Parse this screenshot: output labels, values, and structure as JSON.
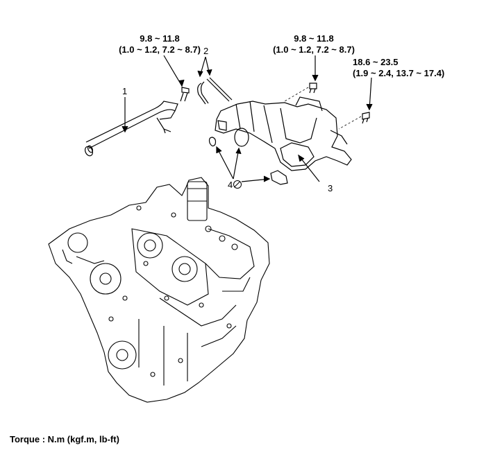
{
  "torque_specs": [
    {
      "value": "9.8 ~ 11.8",
      "units": "(1.0 ~ 1.2, 7.2 ~ 8.7)"
    },
    {
      "value": "9.8 ~ 11.8",
      "units": "(1.0 ~ 1.2, 7.2 ~ 8.7)"
    },
    {
      "value": "18.6 ~ 23.5",
      "units": "(1.9 ~ 2.4, 13.7 ~ 17.4)"
    }
  ],
  "callouts": {
    "c1": "1",
    "c2": "2",
    "c3": "3",
    "c4": "4"
  },
  "footer": {
    "torque_unit_note": "Torque : N.m (kgf.m, lb-ft)"
  }
}
